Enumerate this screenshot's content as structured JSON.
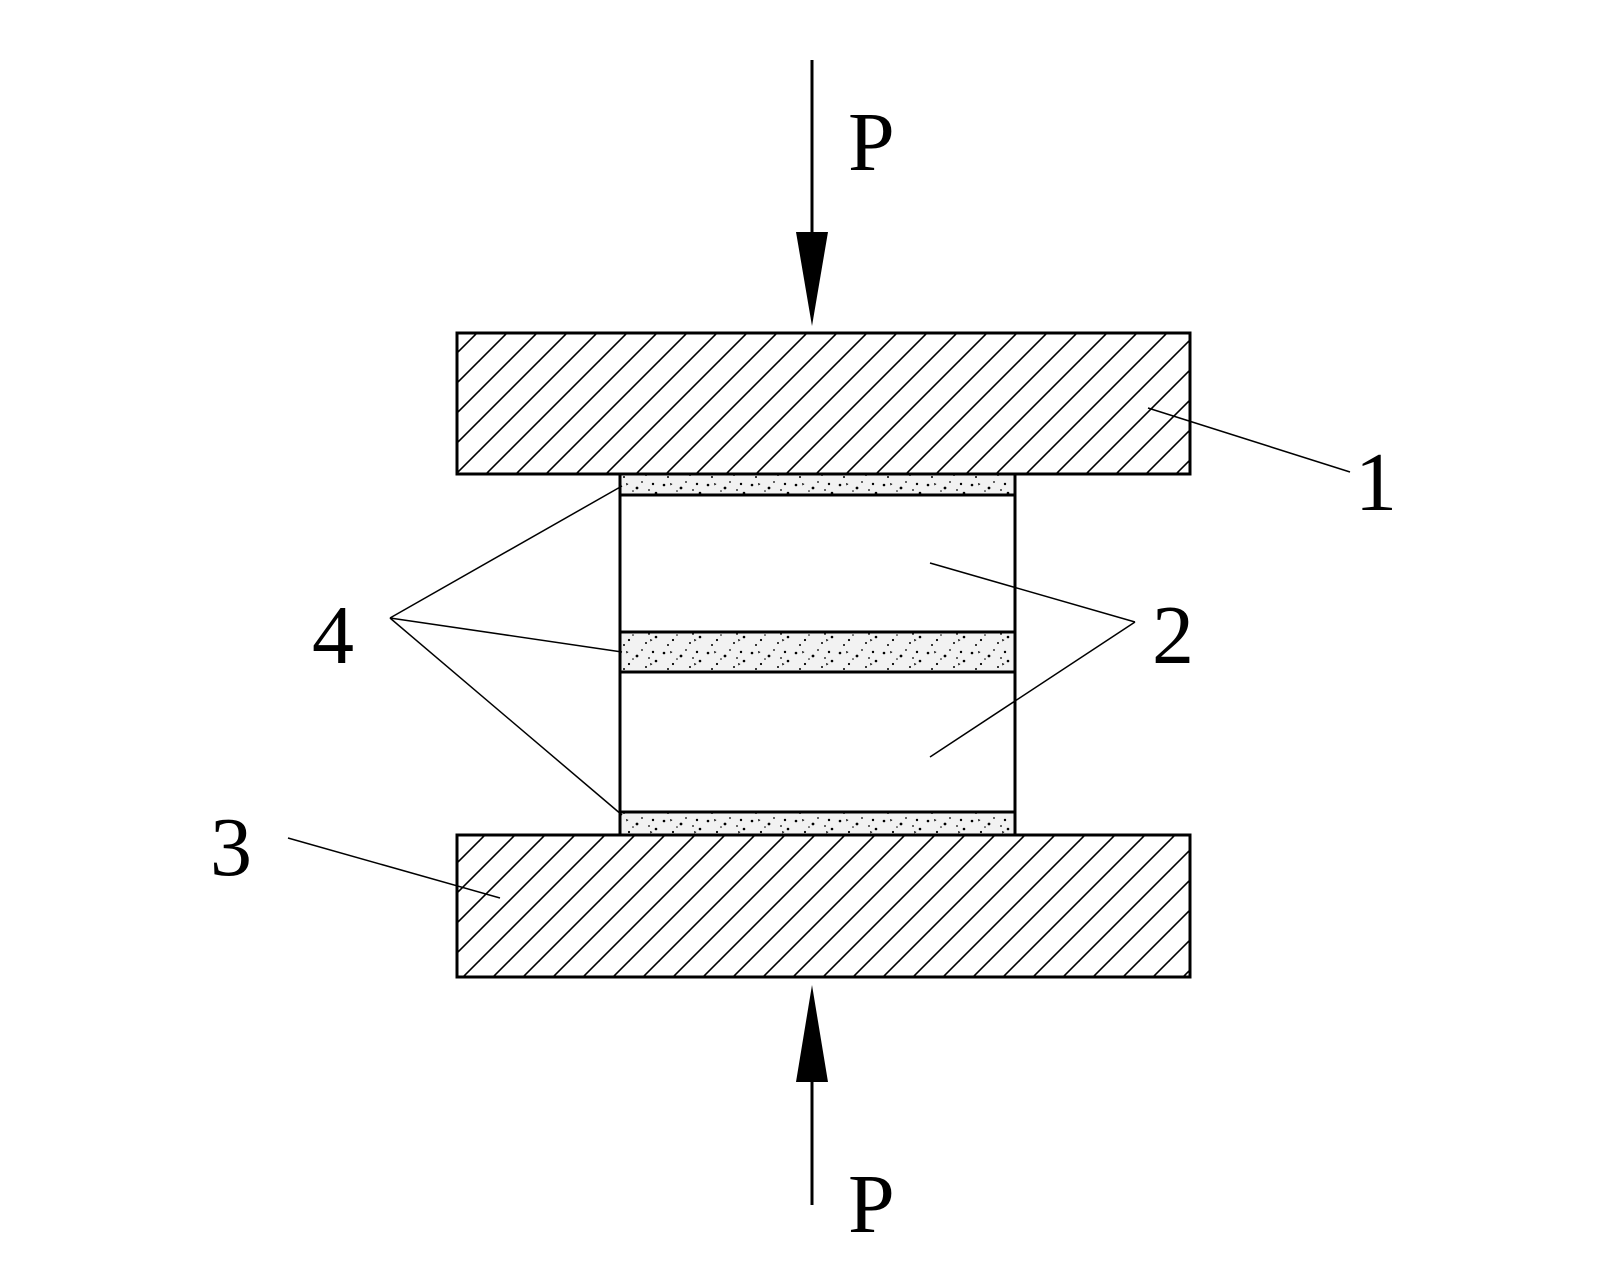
{
  "labels": {
    "force_top": "P",
    "force_bottom": "P",
    "part_1": "1",
    "part_2": "2",
    "part_3": "3",
    "part_4": "4"
  },
  "colors": {
    "stroke": "#000000",
    "background": "#ffffff",
    "speckle_fill": "#f2f2f2"
  }
}
